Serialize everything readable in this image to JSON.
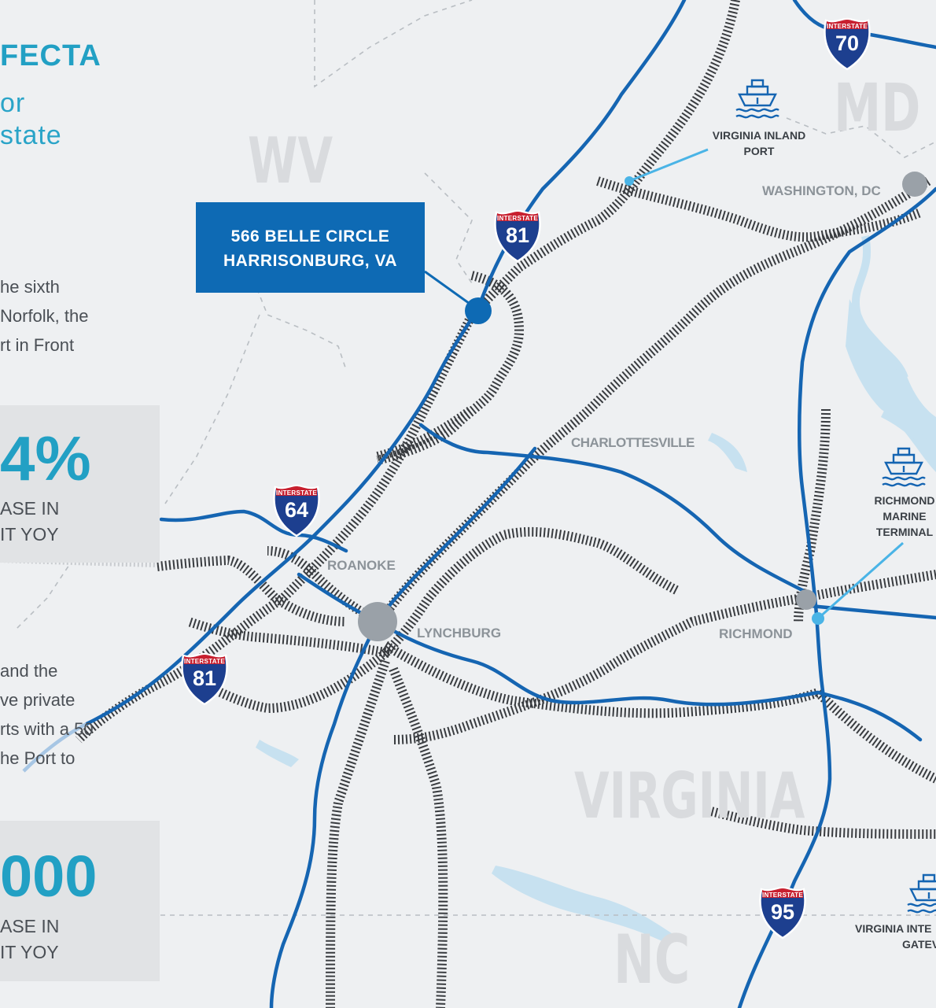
{
  "intro": {
    "heading": "FECTA",
    "sub_line1": "or",
    "sub_line2": "state",
    "para1": [
      "he sixth",
      "Norfolk, the",
      "rt in Front"
    ],
    "para2": [
      "and the",
      "ve private",
      "rts with a 50",
      "he Port to"
    ]
  },
  "stats": [
    {
      "value": "4%",
      "line1": "ASE IN",
      "line2": "IT YOY"
    },
    {
      "value": "000",
      "line1": "ASE IN",
      "line2": "IT YOY"
    }
  ],
  "callout": {
    "line1": "566 BELLE CIRCLE",
    "line2": "HARRISONBURG, VA"
  },
  "states": {
    "wv": "WV",
    "md": "MD",
    "virginia": "VIRGINIA",
    "nc": "NC"
  },
  "cities": {
    "washington": "WASHINGTON, DC",
    "charlottesville": "CHARLOTTESVILLE",
    "roanoke": "ROANOKE",
    "lynchburg": "LYNCHBURG",
    "richmond": "RICHMOND"
  },
  "ports": {
    "inland_line1": "VIRGINIA INLAND",
    "inland_line2": "PORT",
    "richmond_line1": "RICHMOND",
    "richmond_line2": "MARINE",
    "richmond_line3": "TERMINAL",
    "gateway_line1": "VIRGINIA INTE",
    "gateway_line2": "GATEV"
  },
  "shields": {
    "label": "INTERSTATE",
    "i70": "70",
    "i81_north": "81",
    "i64": "64",
    "i81_south": "81",
    "i95": "95"
  },
  "icons": [
    "ship-icon",
    "interstate-shield-icon",
    "location-pin-icon"
  ],
  "colors": {
    "highway": "#1565b2",
    "shield_blue": "#1d3f8f",
    "shield_red": "#c8202f",
    "accent_teal": "#22a0c4",
    "port_line": "#4ab4e6",
    "railroad": "#2a2d31",
    "city_dot": "#9aa1a8",
    "background": "#eef0f2"
  }
}
